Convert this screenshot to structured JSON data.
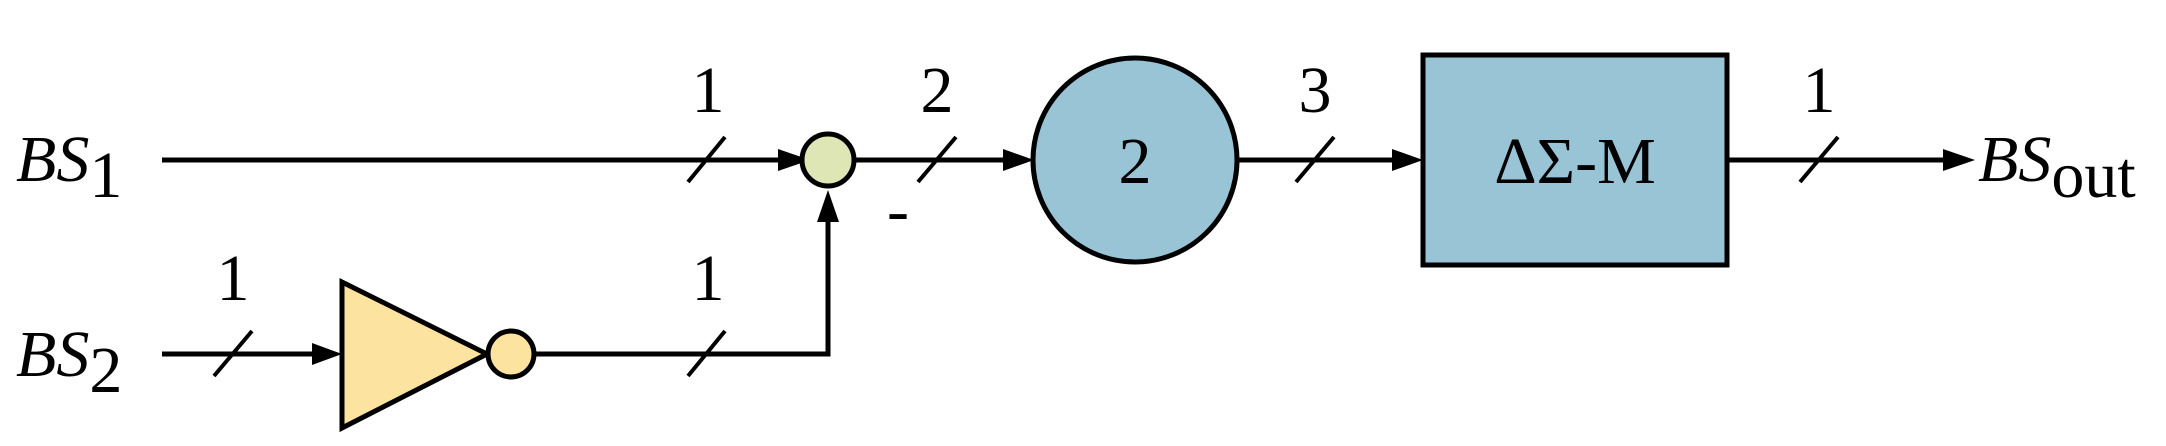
{
  "colors": {
    "background": "#ffffff",
    "stroke": "#000000",
    "multiplier_fill": "#98c4d6",
    "modulator_fill": "#98c4d6",
    "inverter_fill": "#fde3a0",
    "adder_fill": "#dfe6b6"
  },
  "inputs": {
    "bs1": {
      "main": "BS",
      "sub": "1"
    },
    "bs2": {
      "main": "BS",
      "sub": "2"
    }
  },
  "output": {
    "main": "BS",
    "sub": "out"
  },
  "bus_widths": {
    "bs1_to_adder": "1",
    "bs2_to_inverter": "1",
    "inverter_to_adder": "1",
    "adder_to_multiplier": "2",
    "multiplier_to_modulator": "3",
    "modulator_to_output": "1"
  },
  "adder": {
    "sign_label": "-"
  },
  "multiplier": {
    "label": "2"
  },
  "modulator": {
    "label": "ΔΣ-M"
  }
}
